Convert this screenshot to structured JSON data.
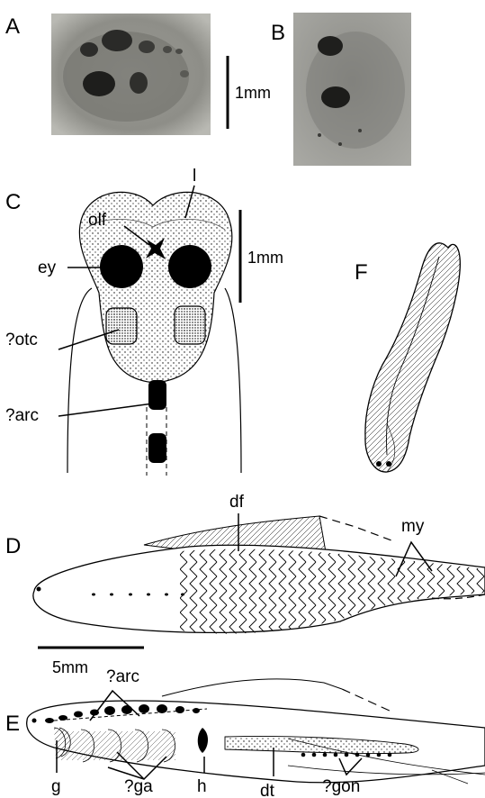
{
  "panels": {
    "a": {
      "letter": "A"
    },
    "b": {
      "letter": "B"
    },
    "c": {
      "letter": "C"
    },
    "d": {
      "letter": "D"
    },
    "e": {
      "letter": "E"
    },
    "f": {
      "letter": "F"
    }
  },
  "scale_bars": {
    "photo": "1mm",
    "drawing_c": "1mm",
    "drawing_d": "5mm"
  },
  "labels": {
    "olf": "olf",
    "l": "l",
    "ey": "ey",
    "otc": "?otc",
    "arc_c": "?arc",
    "df": "df",
    "my": "my",
    "arc_e": "?arc",
    "g": "g",
    "ga": "?ga",
    "h": "h",
    "dt": "dt",
    "gon": "?gon"
  }
}
